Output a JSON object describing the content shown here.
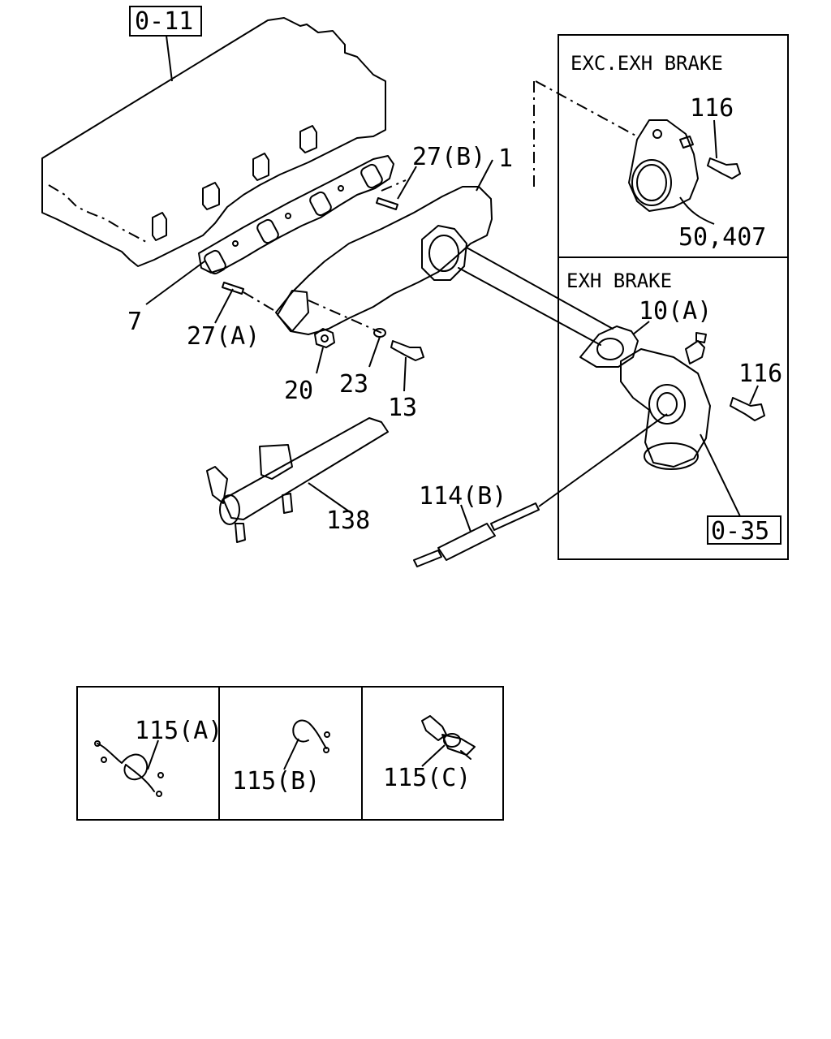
{
  "refs": {
    "head": "0-11",
    "turbo": "0-35"
  },
  "panels": {
    "exc_exh_brake": "EXC.EXH BRAKE",
    "exh_brake": "EXH BRAKE"
  },
  "callouts": {
    "c1": "1",
    "c7": "7",
    "c27b": "27(B)",
    "c27a": "27(A)",
    "c20": "20",
    "c23": "23",
    "c13": "13",
    "c138": "138",
    "c114b": "114(B)",
    "c116_top": "116",
    "c50_407": "50,407",
    "c10a": "10(A)",
    "c116_bottom": "116",
    "c115a": "115(A)",
    "c115b": "115(B)",
    "c115c": "115(C)"
  }
}
